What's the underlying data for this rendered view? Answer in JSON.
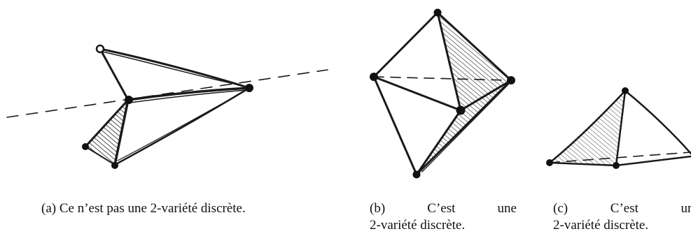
{
  "figures": [
    {
      "id": "a",
      "caption_label": "(a)",
      "caption_text": "Ce n’est pas une 2-variété discrète."
    },
    {
      "id": "b",
      "caption_label": "(b)",
      "caption_word1": "C’est",
      "caption_word2": "une",
      "caption_line2": "2-variété discrète."
    },
    {
      "id": "c",
      "caption_label": "(c)",
      "caption_word1": "C’est",
      "caption_word2": "une",
      "caption_line2": "2-variété discrète."
    }
  ]
}
